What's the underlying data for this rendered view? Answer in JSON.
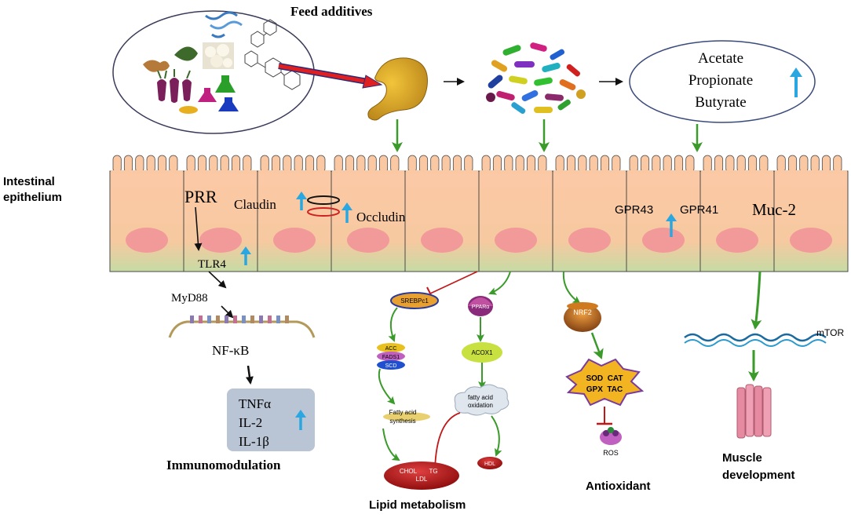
{
  "title": "Feed additives",
  "epithelium_label_line1": "Intestinal",
  "epithelium_label_line2": "epithelium",
  "scfa": [
    "Acetate",
    "Propionate",
    "Butyrate"
  ],
  "receptors": {
    "prr": "PRR",
    "claudin": "Claudin",
    "occludin": "Occludin",
    "gpr43": "GPR43",
    "gpr41": "GPR41",
    "muc2": "Muc-2",
    "tlr4": "TLR4"
  },
  "immune": {
    "myd88": "MyD88",
    "nfkb": "NF-κB",
    "cytokines": [
      "TNFα",
      "IL-2",
      "IL-1β"
    ],
    "label": "Immunomodulation"
  },
  "lipid": {
    "srebp": "SREBPc1",
    "acc": "ACC",
    "fads1": "FADS1",
    "scd": "SCD",
    "fa_synthesis_line1": "Fatty acid",
    "fa_synthesis_line2": "synthesis",
    "ppar": "PPARα",
    "acox1": "ACOX1",
    "fa_oxidation_line1": "fatty acid",
    "fa_oxidation_line2": "oxidation",
    "chol": "CHOL",
    "tg": "TG",
    "ldl": "LDL",
    "hdl": "HDL",
    "label": "Lipid metabolism"
  },
  "antioxidant": {
    "nrf2": "NRF2",
    "enzymes_line1": "SOD  CAT",
    "enzymes_line2": "GPX  TAC",
    "ros": "ROS",
    "label": "Antioxidant"
  },
  "muscle": {
    "mtor": "mTOR",
    "label_line1": "Muscle",
    "label_line2": "development"
  },
  "colors": {
    "cell_top": "#fbc8a4",
    "cell_bottom": "#c9dca4",
    "nucleus": "#f29a9a",
    "up_arrow": "#2aa7e0",
    "green_arrow": "#3a9a2a",
    "inhibit": "#c01818",
    "red_arrow": "#e02020"
  }
}
